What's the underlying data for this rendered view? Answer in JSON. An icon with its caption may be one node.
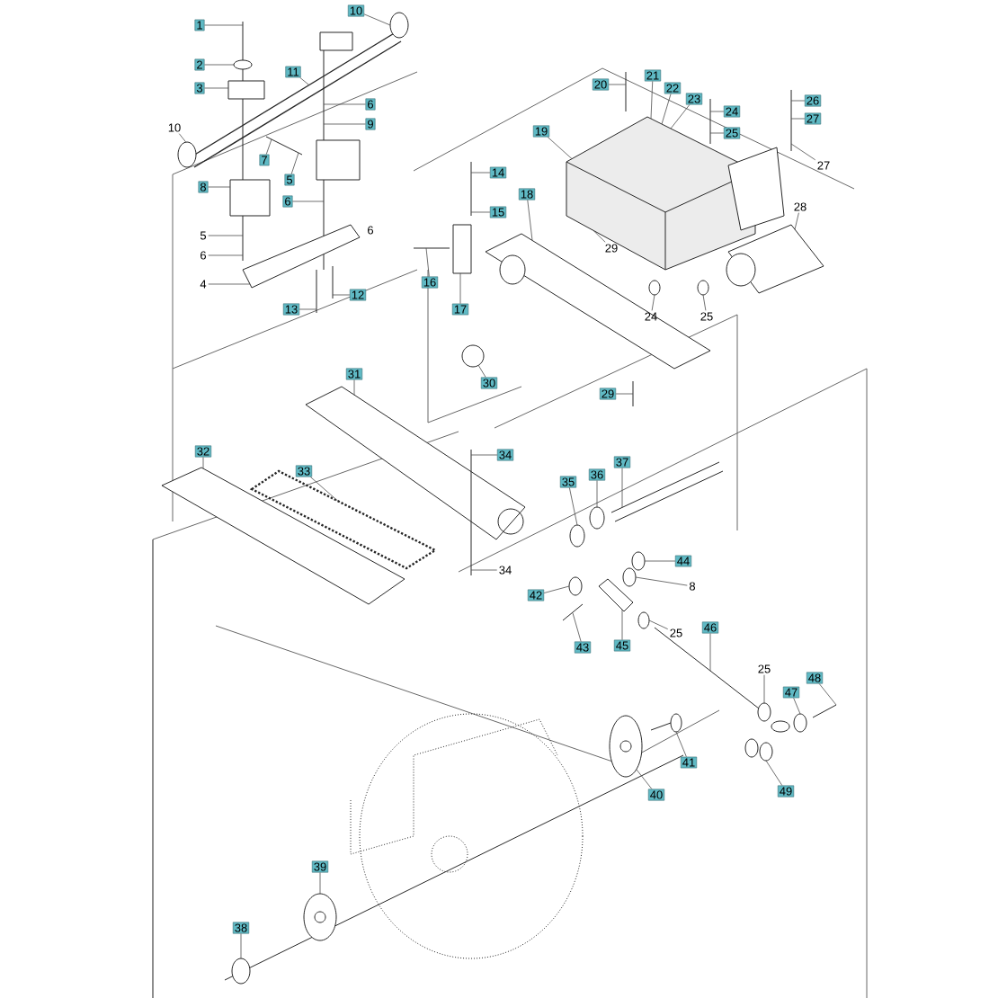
{
  "diagram": {
    "nodes": [
      {
        "text": [
          "1"
        ]
      },
      {
        "text": [
          "2"
        ]
      },
      {
        "text": [
          "3"
        ]
      },
      {
        "text": [
          "10"
        ]
      },
      {
        "text": [
          "11"
        ]
      },
      {
        "text": [
          "6"
        ]
      },
      {
        "text": [
          "9"
        ]
      },
      {
        "text": [
          "10"
        ]
      },
      {
        "text": [
          "7"
        ]
      },
      {
        "text": [
          "5"
        ]
      },
      {
        "text": [
          "8"
        ]
      },
      {
        "text": [
          "6"
        ]
      },
      {
        "text": [
          "6"
        ]
      },
      {
        "text": [
          "5"
        ]
      },
      {
        "text": [
          "6"
        ]
      },
      {
        "text": [
          "4"
        ]
      },
      {
        "text": [
          "12"
        ]
      },
      {
        "text": [
          "13"
        ]
      },
      {
        "text": [
          "14"
        ]
      },
      {
        "text": [
          "15"
        ]
      },
      {
        "text": [
          "16"
        ]
      },
      {
        "text": [
          "17"
        ]
      },
      {
        "text": [
          "18"
        ]
      },
      {
        "text": [
          "19"
        ]
      },
      {
        "text": [
          "20"
        ]
      },
      {
        "text": [
          "21"
        ]
      },
      {
        "text": [
          "22"
        ]
      },
      {
        "text": [
          "23"
        ]
      },
      {
        "text": [
          "24"
        ]
      },
      {
        "text": [
          "25"
        ]
      },
      {
        "text": [
          "26"
        ]
      },
      {
        "text": [
          "27"
        ]
      },
      {
        "text": [
          "27"
        ]
      },
      {
        "text": [
          "28"
        ]
      },
      {
        "text": [
          "29"
        ]
      },
      {
        "text": [
          "24"
        ]
      },
      {
        "text": [
          "25"
        ]
      },
      {
        "text": [
          "30"
        ]
      },
      {
        "text": [
          "29"
        ]
      },
      {
        "text": [
          "31"
        ]
      },
      {
        "text": [
          "32"
        ]
      },
      {
        "text": [
          "33"
        ]
      },
      {
        "text": [
          "34"
        ]
      },
      {
        "text": [
          "34"
        ]
      },
      {
        "text": [
          "35"
        ]
      },
      {
        "text": [
          "36"
        ]
      },
      {
        "text": [
          "37"
        ]
      },
      {
        "text": [
          "44"
        ]
      },
      {
        "text": [
          "8"
        ]
      },
      {
        "text": [
          "42"
        ]
      },
      {
        "text": [
          "25"
        ]
      },
      {
        "text": [
          "43"
        ]
      },
      {
        "text": [
          "45"
        ]
      },
      {
        "text": [
          "46"
        ]
      },
      {
        "text": [
          "25"
        ]
      },
      {
        "text": [
          "47"
        ]
      },
      {
        "text": [
          "48"
        ]
      },
      {
        "text": [
          "41"
        ]
      },
      {
        "text": [
          "40"
        ]
      },
      {
        "text": [
          "49"
        ]
      },
      {
        "text": [
          "39"
        ]
      },
      {
        "text": [
          "38"
        ]
      }
    ],
    "edges": [
      {
        "from": 0,
        "to": null,
        "arrow": "none"
      },
      {
        "from": 1,
        "to": null,
        "arrow": "none"
      },
      {
        "from": 2,
        "to": null,
        "arrow": "none"
      },
      {
        "from": 3,
        "to": null,
        "arrow": "none"
      },
      {
        "from": 4,
        "to": null,
        "arrow": "none"
      },
      {
        "from": 5,
        "to": null,
        "arrow": "none"
      },
      {
        "from": 6,
        "to": null,
        "arrow": "none"
      },
      {
        "from": 7,
        "to": null,
        "arrow": "none"
      },
      {
        "from": 8,
        "to": null,
        "arrow": "none"
      },
      {
        "from": 9,
        "to": null,
        "arrow": "none"
      },
      {
        "from": 10,
        "to": null,
        "arrow": "none"
      },
      {
        "from": 11,
        "to": null,
        "arrow": "none"
      },
      {
        "from": 13,
        "to": null,
        "arrow": "none"
      },
      {
        "from": 14,
        "to": null,
        "arrow": "none"
      },
      {
        "from": 15,
        "to": null,
        "arrow": "none"
      },
      {
        "from": 16,
        "to": null,
        "arrow": "none"
      },
      {
        "from": 17,
        "to": null,
        "arrow": "none"
      },
      {
        "from": 18,
        "to": null,
        "arrow": "none"
      },
      {
        "from": 19,
        "to": null,
        "arrow": "none"
      },
      {
        "from": 20,
        "to": null,
        "arrow": "none"
      },
      {
        "from": 21,
        "to": null,
        "arrow": "none"
      },
      {
        "from": 22,
        "to": null,
        "arrow": "none"
      },
      {
        "from": 23,
        "to": null,
        "arrow": "none"
      },
      {
        "from": 24,
        "to": null,
        "arrow": "none"
      },
      {
        "from": 25,
        "to": null,
        "arrow": "none"
      },
      {
        "from": 26,
        "to": null,
        "arrow": "none"
      },
      {
        "from": 27,
        "to": null,
        "arrow": "none"
      },
      {
        "from": 28,
        "to": null,
        "arrow": "none"
      },
      {
        "from": 29,
        "to": null,
        "arrow": "none"
      },
      {
        "from": 30,
        "to": null,
        "arrow": "none"
      },
      {
        "from": 31,
        "to": null,
        "arrow": "none"
      },
      {
        "from": 32,
        "to": null,
        "arrow": "none"
      },
      {
        "from": 33,
        "to": null,
        "arrow": "none"
      },
      {
        "from": 34,
        "to": null,
        "arrow": "none"
      },
      {
        "from": 35,
        "to": null,
        "arrow": "none"
      },
      {
        "from": 36,
        "to": null,
        "arrow": "none"
      },
      {
        "from": 37,
        "to": null,
        "arrow": "none"
      },
      {
        "from": 38,
        "to": null,
        "arrow": "none"
      },
      {
        "from": 39,
        "to": null,
        "arrow": "none"
      },
      {
        "from": 40,
        "to": null,
        "arrow": "none"
      },
      {
        "from": 41,
        "to": null,
        "arrow": "none"
      },
      {
        "from": 42,
        "to": null,
        "arrow": "none"
      },
      {
        "from": 43,
        "to": null,
        "arrow": "none"
      },
      {
        "from": 44,
        "to": null,
        "arrow": "none"
      },
      {
        "from": 45,
        "to": null,
        "arrow": "none"
      },
      {
        "from": 46,
        "to": null,
        "arrow": "none"
      },
      {
        "from": 47,
        "to": null,
        "arrow": "none"
      },
      {
        "from": 48,
        "to": null,
        "arrow": "none"
      },
      {
        "from": 49,
        "to": null,
        "arrow": "none"
      },
      {
        "from": 50,
        "to": null,
        "arrow": "none"
      },
      {
        "from": 51,
        "to": null,
        "arrow": "none"
      },
      {
        "from": 52,
        "to": null,
        "arrow": "none"
      },
      {
        "from": 53,
        "to": null,
        "arrow": "none"
      },
      {
        "from": 54,
        "to": null,
        "arrow": "none"
      },
      {
        "from": 55,
        "to": null,
        "arrow": "none"
      },
      {
        "from": 56,
        "to": null,
        "arrow": "none"
      },
      {
        "from": 57,
        "to": null,
        "arrow": "none"
      },
      {
        "from": 58,
        "to": null,
        "arrow": "none"
      },
      {
        "from": 59,
        "to": null,
        "arrow": "none"
      },
      {
        "from": 60,
        "to": null,
        "arrow": "none"
      },
      {
        "from": 61,
        "to": null,
        "arrow": "none"
      }
    ]
  }
}
